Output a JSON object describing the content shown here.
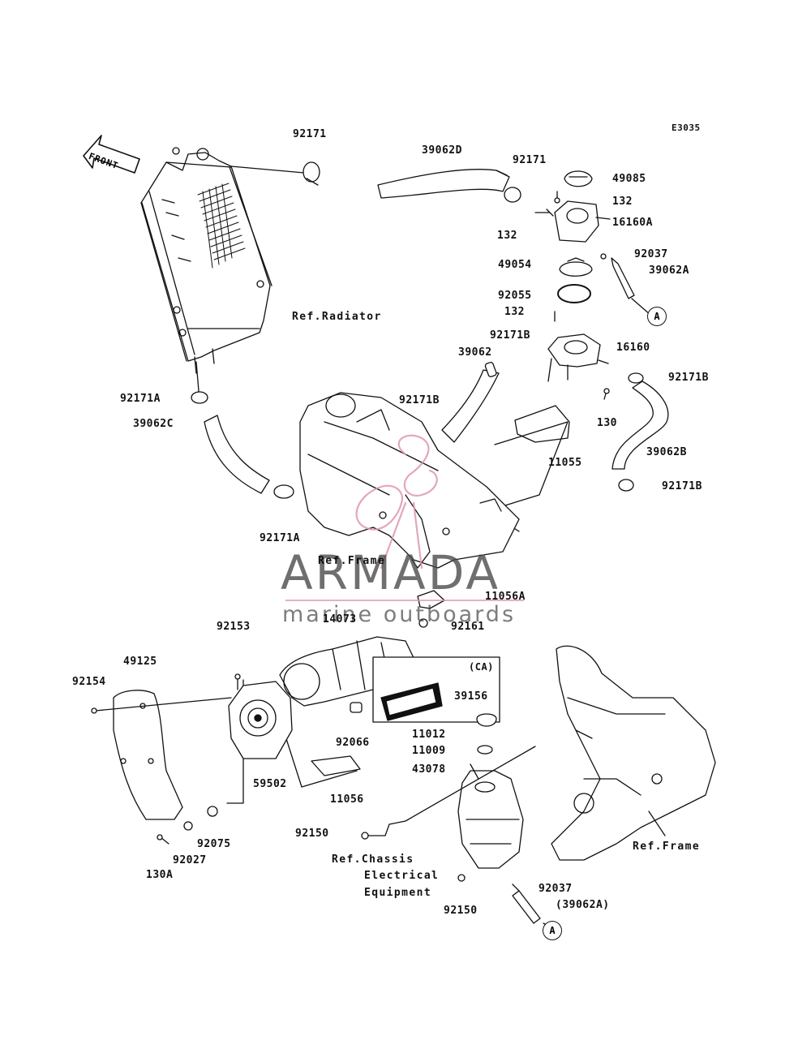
{
  "diagram_code": "E3035",
  "front_arrow_label": "FRONT",
  "watermark": {
    "title": "ARMADA",
    "subtitle": "marine outboards",
    "accent_color": "#e49ac0"
  },
  "callout_A": "A",
  "labels": {
    "p92171_top": "92171",
    "p39062D": "39062D",
    "p92171_top2": "92171",
    "p49085": "49085",
    "p132_a": "132",
    "p16160A": "16160A",
    "p132_b": "132",
    "p92037_top": "92037",
    "p49054": "49054",
    "p39062A": "39062A",
    "p92055": "92055",
    "p132_c": "132",
    "ref_radiator": "Ref.Radiator",
    "p92171B_top": "92171B",
    "p39062": "39062",
    "p16160": "16160",
    "p92171B_right": "92171B",
    "p92171A_left": "92171A",
    "p92171B_mid": "92171B",
    "p130": "130",
    "p39062C": "39062C",
    "p11055": "11055",
    "p39062B": "39062B",
    "p92171B_bottom": "92171B",
    "p92171A_bottom": "92171A",
    "ref_frame_top": "Ref.Frame",
    "p11056A": "11056A",
    "p14073": "14073",
    "p92161": "92161",
    "p92153": "92153",
    "p49125": "49125",
    "p92154": "92154",
    "ca": "(CA)",
    "p39156": "39156",
    "p92066": "92066",
    "p11012": "11012",
    "p11009": "11009",
    "p43078": "43078",
    "p59502": "59502",
    "p11056": "11056",
    "p92075": "92075",
    "p92150_a": "92150",
    "p92027": "92027",
    "ref_chassis_1": "Ref.Chassis",
    "ref_chassis_2": "Electrical",
    "ref_chassis_3": "Equipment",
    "p130A": "130A",
    "ref_frame_bottom": "Ref.Frame",
    "p92037_bottom": "92037",
    "p39062A_paren": "(39062A)",
    "p92150_b": "92150"
  }
}
